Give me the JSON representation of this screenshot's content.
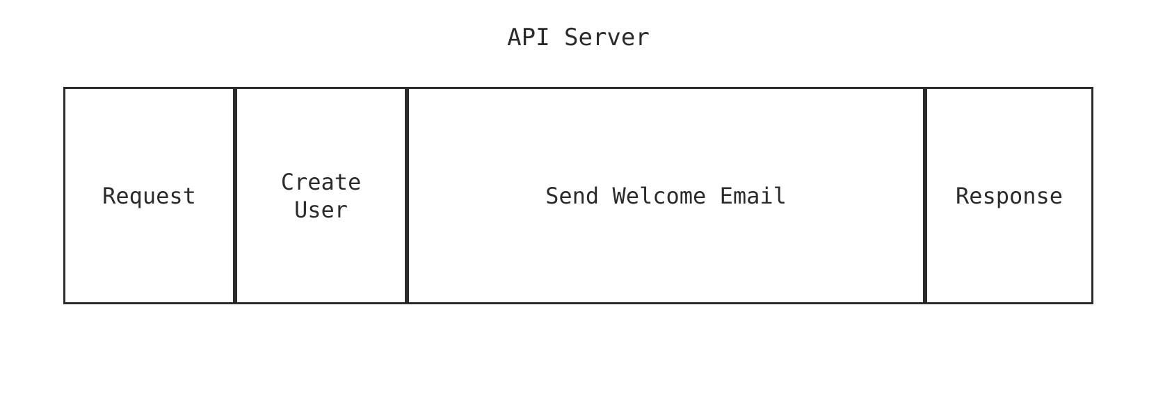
{
  "title": "API Server",
  "row": {
    "boxes": [
      {
        "label": "Request"
      },
      {
        "label": "Create User"
      },
      {
        "label": "Send Welcome Email"
      },
      {
        "label": "Response"
      }
    ]
  },
  "colors": {
    "ink": "#2b2b2b",
    "background": "#ffffff"
  }
}
